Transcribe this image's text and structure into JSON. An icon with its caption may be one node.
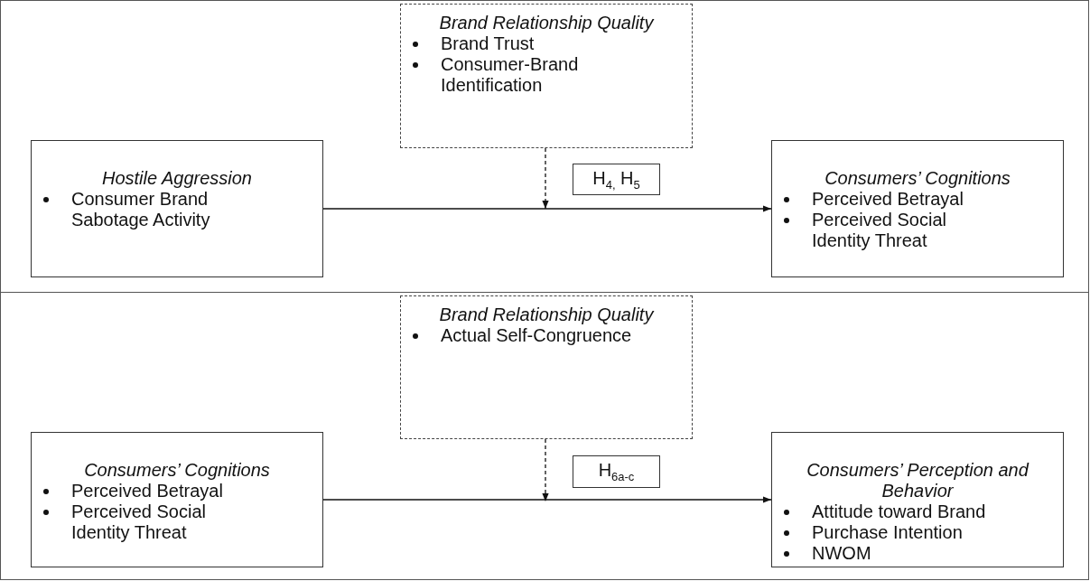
{
  "diagram": {
    "nodes": [
      {
        "text": [
          "Brand Relationship Quality",
          "Brand Trust",
          "Consumer-Brand Identification"
        ]
      },
      {
        "text": [
          "Hostile Aggression",
          "Consumer Brand Sabotage Activity"
        ]
      },
      {
        "text": [
          "H$_{4,}$ H$_{5}$"
        ]
      },
      {
        "text": [
          "Consumers’ Cognitions",
          "Perceived Betrayal",
          "Perceived Social Identity Threat"
        ]
      },
      {
        "text": [
          "Brand Relationship Quality",
          "Actual Self-Congruence"
        ]
      },
      {
        "text": [
          "Consumers’ Cognitions",
          "Perceived Betrayal",
          "Perceived Social Identity Threat"
        ]
      },
      {
        "text": [
          "H$_{6a-c}$"
        ]
      },
      {
        "text": [
          "Consumers’ Perception and Behavior",
          "Attitude toward Brand",
          "Purchase Intention",
          "NWOM"
        ]
      }
    ],
    "edges": [
      {
        "from": 1,
        "to": 3,
        "arrow": "to"
      },
      {
        "from": 0,
        "to": null,
        "arrow": "to",
        "style": "dashed"
      },
      {
        "from": 5,
        "to": 7,
        "arrow": "to"
      },
      {
        "from": 4,
        "to": null,
        "arrow": "to",
        "style": "dashed"
      }
    ]
  }
}
